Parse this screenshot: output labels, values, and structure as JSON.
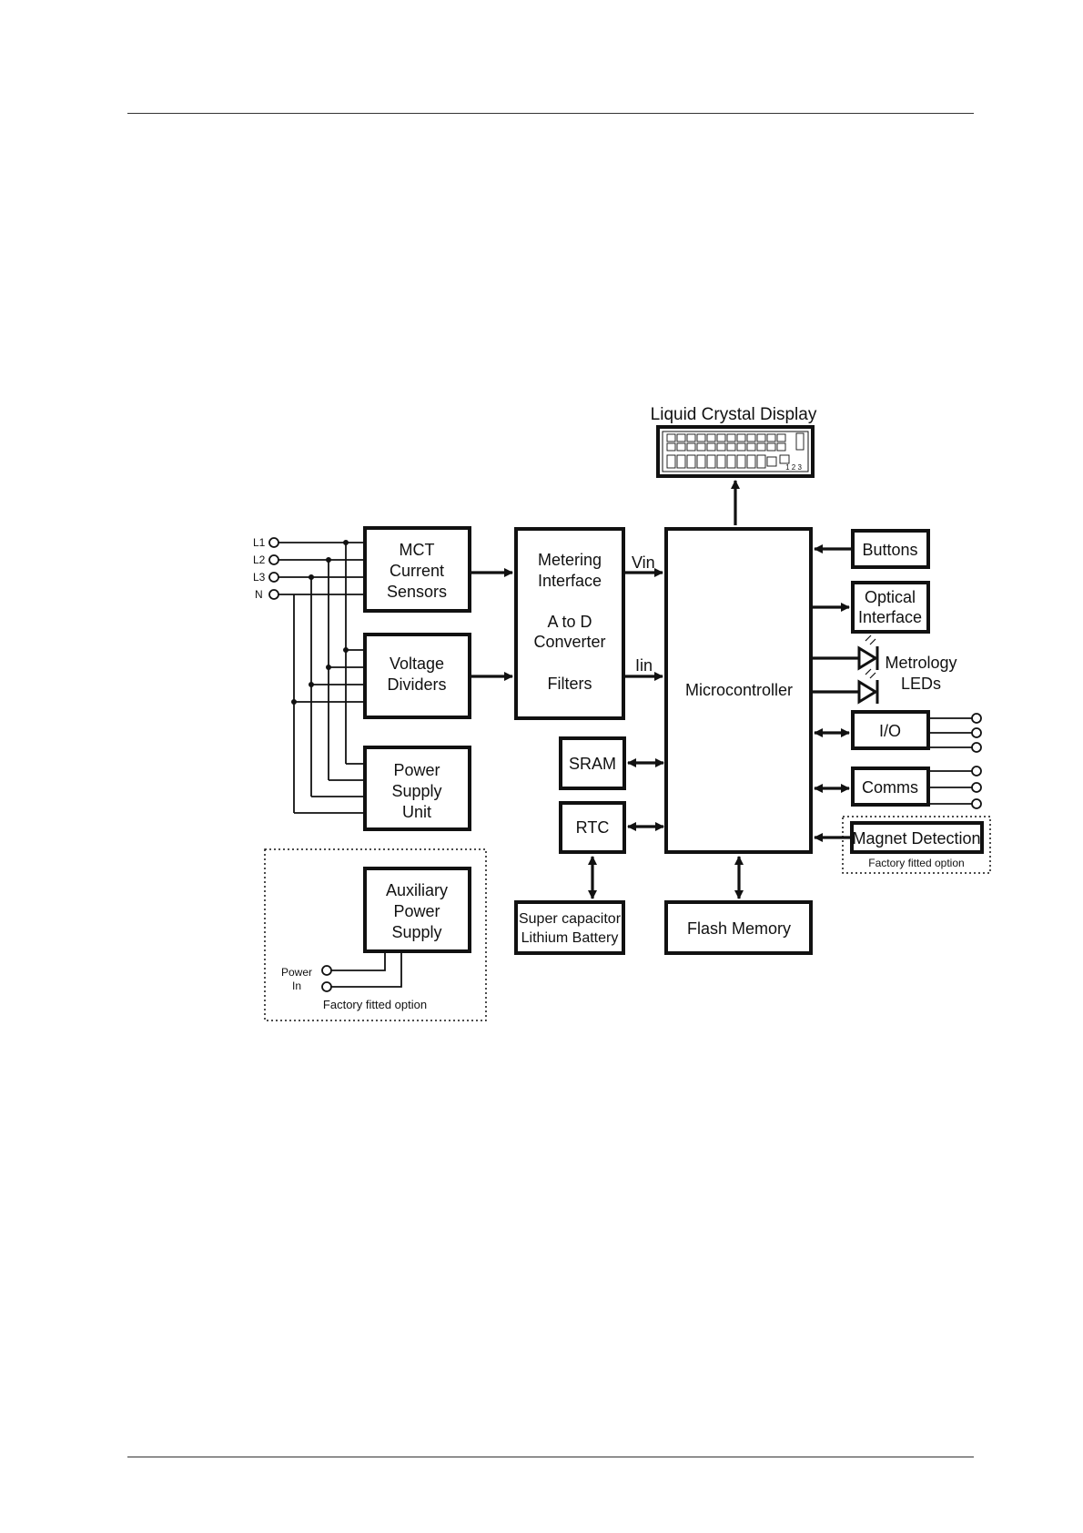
{
  "diagram": {
    "inputs": [
      "L1",
      "L2",
      "L3",
      "N"
    ],
    "blocks": {
      "mct": [
        "MCT",
        "Current",
        "Sensors"
      ],
      "voltage": [
        "Voltage",
        "Dividers"
      ],
      "psu": [
        "Power",
        "Supply",
        "Unit"
      ],
      "aux": [
        "Auxiliary",
        "Power",
        "Supply"
      ],
      "metering": [
        "Metering",
        "Interface",
        "A to D",
        "Converter",
        "Filters"
      ],
      "sram": "SRAM",
      "rtc": "RTC",
      "supercap": [
        "Super capacitor",
        "Lithium Battery"
      ],
      "micro": "Microcontroller",
      "flash": "Flash Memory",
      "buttons": "Buttons",
      "optical": [
        "Optical",
        "Interface"
      ],
      "io": "I/O",
      "comms": "Comms",
      "magnet": "Magnet Detection"
    },
    "lcd_title": "Liquid Crystal Display",
    "lcd_digits": "1 2 3",
    "signals": {
      "vin": "Vin",
      "iin": "Iin"
    },
    "leds_label": [
      "Metrology",
      "LEDs"
    ],
    "power_in": [
      "Power",
      "In"
    ],
    "factory_option": "Factory fitted option",
    "magnet_option": "Factory fitted option"
  }
}
